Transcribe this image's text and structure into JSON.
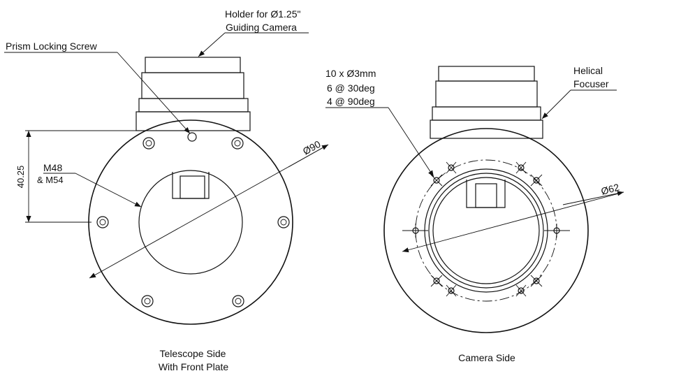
{
  "left_view": {
    "labels": {
      "holder_line1": "Holder for Ø1.25\"",
      "holder_line2": "Guiding Camera",
      "prism_screw": "Prism Locking Screw",
      "diameter": "Ø90",
      "height_dim": "40.25",
      "thread_line1": "M48",
      "thread_line2": "& M54",
      "caption_line1": "Telescope Side",
      "caption_line2": "With Front Plate"
    }
  },
  "right_view": {
    "labels": {
      "holes_line1": "10 x Ø3mm",
      "holes_line2": "6 @ 30deg",
      "holes_line3": "4 @ 90deg",
      "focuser_line1": "Helical",
      "focuser_line2": "Focuser",
      "diameter": "Ø62",
      "caption": "Camera Side"
    }
  }
}
